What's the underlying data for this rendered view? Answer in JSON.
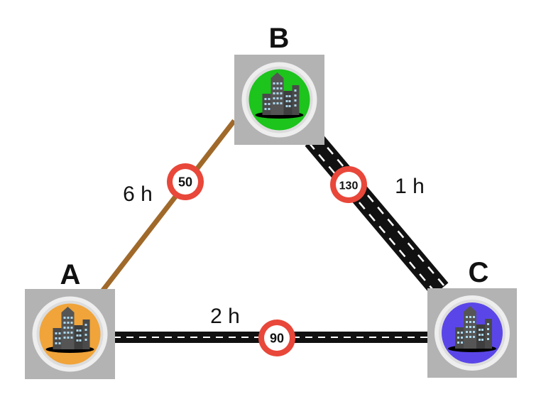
{
  "cities": {
    "a": {
      "label": "A",
      "color": "#f0a43a"
    },
    "b": {
      "label": "B",
      "color": "#1cc41c"
    },
    "c": {
      "label": "C",
      "color": "#5a46e8"
    }
  },
  "roads": {
    "ab": {
      "speed_limit": "50",
      "time": "6 h",
      "type": "dirt-road",
      "color": "#a0692a"
    },
    "bc": {
      "speed_limit": "130",
      "time": "1 h",
      "type": "highway",
      "color": "#111111"
    },
    "ac": {
      "speed_limit": "90",
      "time": "2 h",
      "type": "road",
      "color": "#111111"
    }
  },
  "colors": {
    "sign_ring": "#e8473a",
    "tile_background": "#b3b3b3",
    "building": "#4a4a4a",
    "window": "#a9d6ec"
  }
}
